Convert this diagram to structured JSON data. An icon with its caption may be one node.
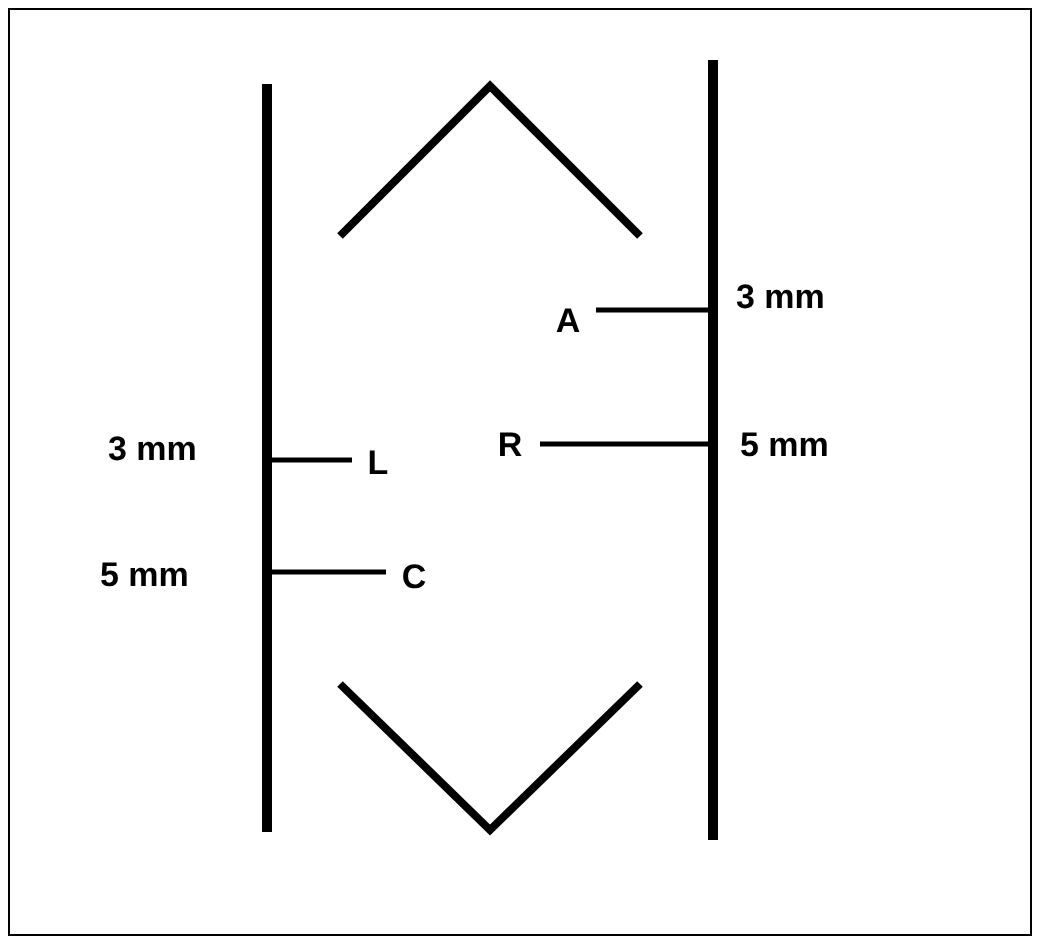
{
  "diagram": {
    "nodes": [
      {
        "text": [],
        "shape": "bar"
      },
      {
        "text": [],
        "shape": "bar"
      },
      {
        "text": [
          "A"
        ]
      },
      {
        "text": [
          "R"
        ]
      },
      {
        "text": [
          "L"
        ]
      },
      {
        "text": [
          "C"
        ]
      }
    ],
    "edges": [
      {
        "from": 2,
        "to": 1,
        "arrow": "none"
      },
      {
        "from": 3,
        "to": 1,
        "arrow": "none"
      },
      {
        "from": 4,
        "to": 0,
        "arrow": "none"
      },
      {
        "from": 5,
        "to": 0,
        "arrow": "none"
      }
    ],
    "labels": [
      "3 mm",
      "3 mm",
      "5 mm",
      "5 mm"
    ]
  }
}
